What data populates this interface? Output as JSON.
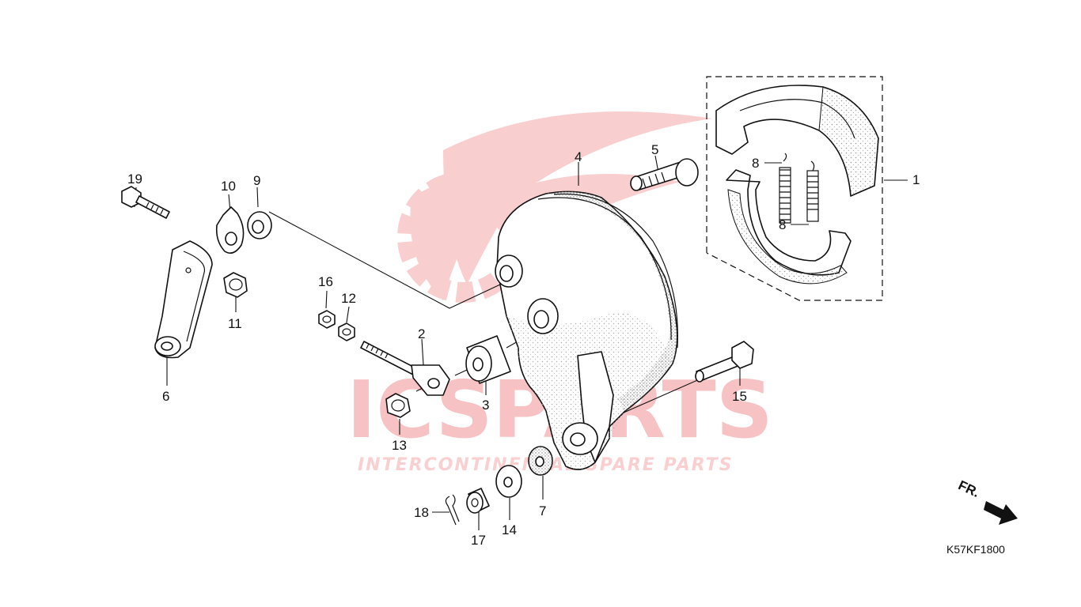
{
  "diagram": {
    "code": "K57KF1800",
    "direction_label": "FR.",
    "watermark": {
      "brand": "ICSPARTS",
      "tagline": "INTERCONTINENTAL SPARE PARTS",
      "accent_color": "#e3242b",
      "gray_color": "#cfcfcf"
    },
    "parts": [
      {
        "id": "p1",
        "number": "1"
      },
      {
        "id": "p2",
        "number": "2"
      },
      {
        "id": "p3",
        "number": "3"
      },
      {
        "id": "p4",
        "number": "4"
      },
      {
        "id": "p5",
        "number": "5"
      },
      {
        "id": "p6",
        "number": "6"
      },
      {
        "id": "p7",
        "number": "7"
      },
      {
        "id": "p8a",
        "number": "8"
      },
      {
        "id": "p8b",
        "number": "8"
      },
      {
        "id": "p9",
        "number": "9"
      },
      {
        "id": "p10",
        "number": "10"
      },
      {
        "id": "p11",
        "number": "11"
      },
      {
        "id": "p12",
        "number": "12"
      },
      {
        "id": "p13",
        "number": "13"
      },
      {
        "id": "p14",
        "number": "14"
      },
      {
        "id": "p15",
        "number": "15"
      },
      {
        "id": "p16",
        "number": "16"
      },
      {
        "id": "p17",
        "number": "17"
      },
      {
        "id": "p18",
        "number": "18"
      },
      {
        "id": "p19",
        "number": "19"
      }
    ]
  }
}
